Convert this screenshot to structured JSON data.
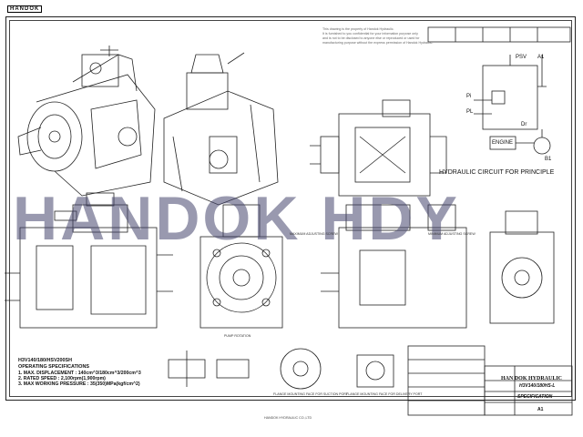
{
  "logo_text": "HANDOK",
  "watermark": "HANDOK HDY",
  "notice_lines": [
    "This drawing is the property of Handok Hydraulic.",
    "It is furnished to you confidential for your information purpose only",
    "and is not to be disclosed to anyone else or reproduced or used for",
    "manufacturing purpose without the express permission of Handok Hydraulic."
  ],
  "circuit": {
    "title": "HYDRAULIC CIRCUIT FOR PRINCIPLE",
    "labels": [
      "PSV",
      "A1",
      "Pi",
      "PL",
      "Dr",
      "B1",
      "ENGINE"
    ]
  },
  "callouts": [
    "MAXIMUM ADJUSTING SCREW",
    "MINIMUM ADJUSTING SCREW",
    "PUMP ROTATION",
    "FLANGE MOUNTING FACE FOR SUCTION PORT",
    "FLANGE MOUNTING FACE FOR DELIVERY PORT"
  ],
  "specs": {
    "model": "H3V140/180/HSV200SH",
    "title": "OPERATING SPECIFICATIONS",
    "lines": [
      "1. MAX. DISPLACEMENT : 140cm^3/180cm^3/200cm^3",
      "2. RATED SPEED : 2,100rpm(1,900rpm)",
      "3. MAX WORKING PRESSURE : 35(350)MPa(kgf/cm^2)"
    ]
  },
  "title_block": {
    "company": "HAN DOK HYDRAULIC",
    "part_no": "H3V140/180HS-L",
    "doc_type": "SPECIFICATION",
    "sheet": "A1"
  },
  "footer": "HANDOK HYDRAULIC CO.,LTD",
  "colors": {
    "line": "#222222",
    "watermark": "#46466e",
    "paper": "#ffffff"
  }
}
